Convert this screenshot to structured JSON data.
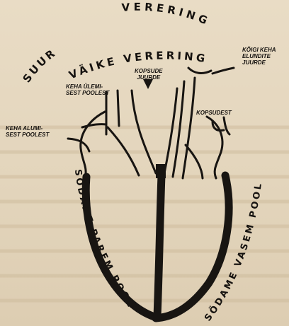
{
  "labels": {
    "suur": "SUUR",
    "vereringo": "VERERING",
    "vaike_vereringo": "VÄIKE VERERING",
    "keha_olemisest": "KEHA ÜLEMI-\nSEST POOLEST",
    "keha_alumisest": "KEHA ALUMI-\nSEST POOLEST",
    "kopsude_juurde": "KOPSUDE\nJUURDE",
    "koigi_keha": "KÕIGI KEHA\nELUNDITE\nJUURDE",
    "kopsudest": "KOPSUDEST",
    "sodame_parem_pool": "SÖDAME PAREM POOL",
    "sodame_vasem_pool": "SÖDAME VASEM POOL"
  }
}
